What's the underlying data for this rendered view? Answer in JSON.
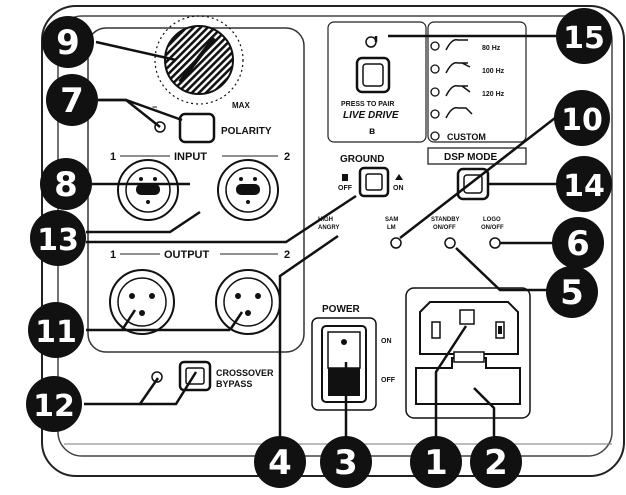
{
  "panel": {
    "input_label": "INPUT",
    "output_label": "OUTPUT",
    "input_ch1": "1",
    "input_ch2": "2",
    "output_ch1": "1",
    "output_ch2": "2",
    "polarity_label": "POLARITY",
    "polarity_minus": "−",
    "max_label": "MAX",
    "ground_label": "GROUND",
    "ground_off": "OFF",
    "ground_on": "ON",
    "crossover_line1": "CROSSOVER",
    "crossover_line2": "BYPASS",
    "high_line1": "HIGH",
    "high_line2": "ANGRY",
    "sam_line1": "SAM",
    "sam_line2": "LM",
    "standby_line1": "STANDBY",
    "standby_line2": "ON/OFF",
    "logo_line1": "LOGO",
    "logo_line2": "ON/OFF",
    "power_label": "POWER",
    "power_on": "ON",
    "power_off": "OFF",
    "pair_line1": "PRESS TO PAIR",
    "pair_line2": "LIVE DRIVE",
    "bluetooth_glyph": "ʙ",
    "dsp_mode_label": "DSP MODE",
    "dsp_options": [
      "80 Hz",
      "100 Hz",
      "120 Hz",
      "",
      "CUSTOM"
    ]
  },
  "callouts": [
    "1",
    "2",
    "3",
    "4",
    "5",
    "6",
    "7",
    "8",
    "9",
    "10",
    "11",
    "12",
    "13",
    "14",
    "15"
  ]
}
